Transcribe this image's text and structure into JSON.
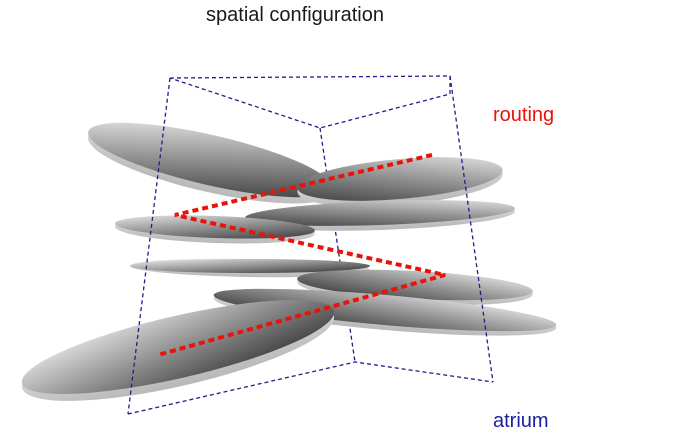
{
  "title": "spatial configuration",
  "labels": {
    "routing": "routing",
    "atrium": "atrium"
  },
  "colors": {
    "routing": "#e8140c",
    "atrium": "#1e1ea0",
    "frame": "#1e1e8c",
    "disc_dark": "#3a3a3a",
    "disc_light": "#e6e6e6"
  }
}
